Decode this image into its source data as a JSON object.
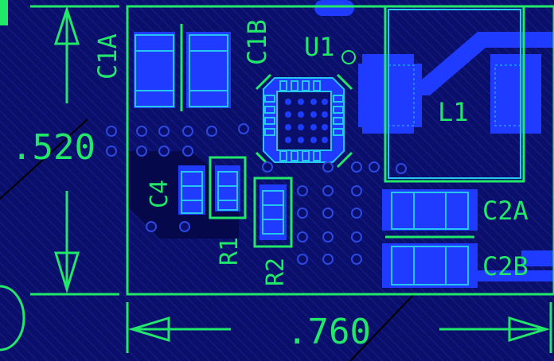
{
  "designators": {
    "c1a": "C1A",
    "c1b": "C1B",
    "u1": "U1",
    "l1": "L1",
    "c4": "C4",
    "r1": "R1",
    "r2": "R2",
    "c2a": "C2A",
    "c2b": "C2B"
  },
  "dimensions": {
    "height_label": ".520",
    "width_label": ".760"
  },
  "colors": {
    "background": "#0a0f6b",
    "silkscreen": "#22e86a",
    "copper": "#1f3bff",
    "pad_outline": "#26c6f0"
  }
}
